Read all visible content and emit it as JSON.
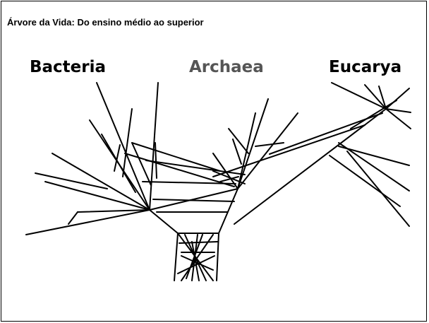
{
  "slide": {
    "title": "Árvore da Vida: Do ensino médio ao superior"
  },
  "tree": {
    "domains": [
      {
        "id": "bacteria",
        "label": "Bacteria",
        "color": "#000000"
      },
      {
        "id": "archaea",
        "label": "Archaea",
        "color": "#555555"
      },
      {
        "id": "eucarya",
        "label": "Eucarya",
        "color": "#000000"
      }
    ],
    "line_color": "#000000"
  }
}
